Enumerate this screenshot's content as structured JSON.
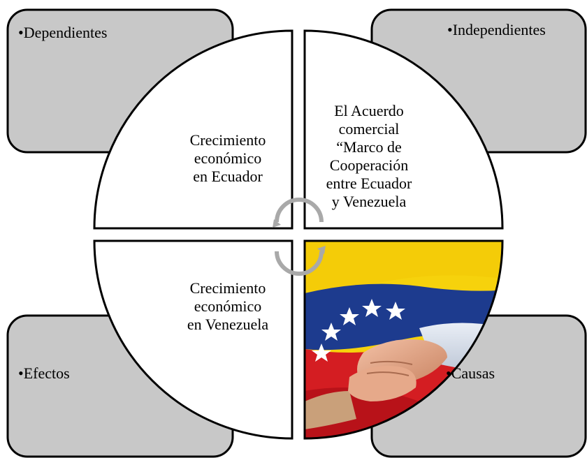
{
  "corners": {
    "top_left": "•Dependientes",
    "top_right": "•Independientes",
    "bottom_left": "•Efectos",
    "bottom_right": "•Causas"
  },
  "quadrants": {
    "top_left": [
      "Crecimiento",
      "económico",
      "en Ecuador"
    ],
    "top_right": [
      "El  Acuerdo",
      "comercial",
      "“Marco de",
      "Cooperación",
      "entre Ecuador",
      "y Venezuela"
    ],
    "bottom_left": [
      "Crecimiento",
      "económico",
      "en Venezuela"
    ],
    "bottom_right_image": "ecuador-venezuela-flags-handshake"
  },
  "colors": {
    "box_fill": "#c8c8c8",
    "circle_fill": "#ffffff",
    "outline": "#000000",
    "arrow": "#a9a9a9",
    "flag_yellow": "#f6d20c",
    "flag_blue": "#1a3a8f",
    "flag_red": "#d41d22"
  }
}
